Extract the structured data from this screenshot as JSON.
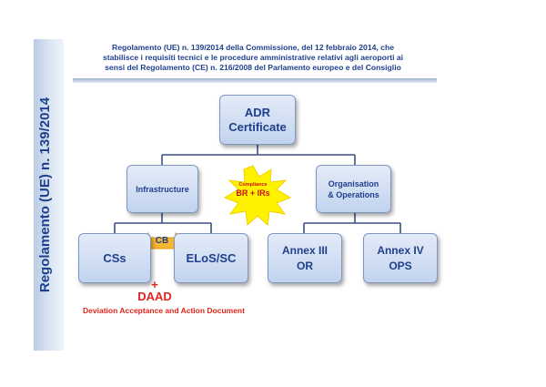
{
  "sidebar": {
    "title": "Regolamento (UE) n. 139/2014"
  },
  "header": {
    "line1": "Regolamento (UE) n. 139/2014 della Commissione, del 12 febbraio 2014, che",
    "line2": "stabilisce i requisiti tecnici e le procedure amministrative relativi agli aeroporti ai",
    "line3": "sensi del Regolamento (CE) n. 216/2008 del Parlamento europeo e del Consiglio"
  },
  "diagram": {
    "root": {
      "label": "ADR\nCertificate"
    },
    "infrastructure": {
      "label": "Infrastructure"
    },
    "organisation": {
      "label": "Organisation\n& Operations"
    },
    "css": {
      "label": "CSs"
    },
    "elos": {
      "label": "ELoS/SC"
    },
    "annex3": {
      "label": "Annex III\nOR"
    },
    "annex4": {
      "label": "Annex IV\nOPS"
    },
    "compliance": {
      "small": "Compliance",
      "big": "BR + IRs"
    },
    "cb": {
      "label": "CB"
    },
    "plus": "+",
    "daad": {
      "label": "DAAD",
      "description": "Deviation Acceptance and Action Document"
    }
  },
  "colors": {
    "primary_text": "#1f3f8f",
    "accent_red": "#e0241b",
    "burst_yellow": "#fff200",
    "arrow_orange": "#f7b733"
  }
}
